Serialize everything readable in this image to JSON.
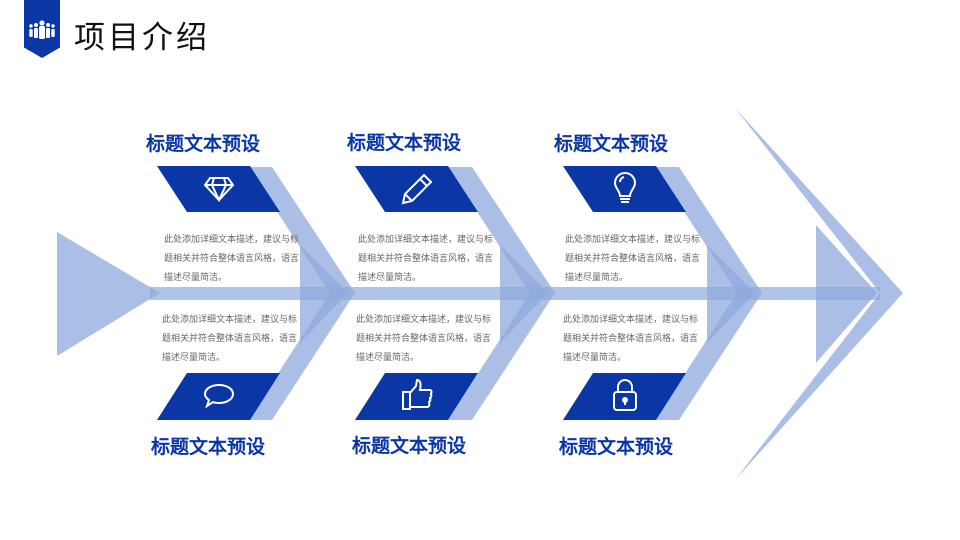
{
  "header": {
    "title": "项目介绍",
    "badge_icon": "people-group-icon"
  },
  "colors": {
    "primary": "#0b36a6",
    "light": "#8fa9de"
  },
  "items": [
    {
      "title": "标题文本预设",
      "icon": "diamond-icon",
      "desc": "此处添加详细文本描述，建议与标题相关并符合整体语言风格，语言描述尽量简洁。"
    },
    {
      "title": "标题文本预设",
      "icon": "pencil-icon",
      "desc": "此处添加详细文本描述，建议与标题相关并符合整体语言风格，语言描述尽量简洁。"
    },
    {
      "title": "标题文本预设",
      "icon": "lightbulb-icon",
      "desc": "此处添加详细文本描述，建议与标题相关并符合整体语言风格，语言描述尽量简洁。"
    },
    {
      "title": "标题文本预设",
      "icon": "speech-bubble-icon",
      "desc": "此处添加详细文本描述，建议与标题相关并符合整体语言风格，语言描述尽量简洁。"
    },
    {
      "title": "标题文本预设",
      "icon": "thumbs-up-icon",
      "desc": "此处添加详细文本描述，建议与标题相关并符合整体语言风格，语言描述尽量简洁。"
    },
    {
      "title": "标题文本预设",
      "icon": "padlock-icon",
      "desc": "此处添加详细文本描述，建议与标题相关并符合整体语言风格，语言描述尽量简洁。"
    }
  ]
}
